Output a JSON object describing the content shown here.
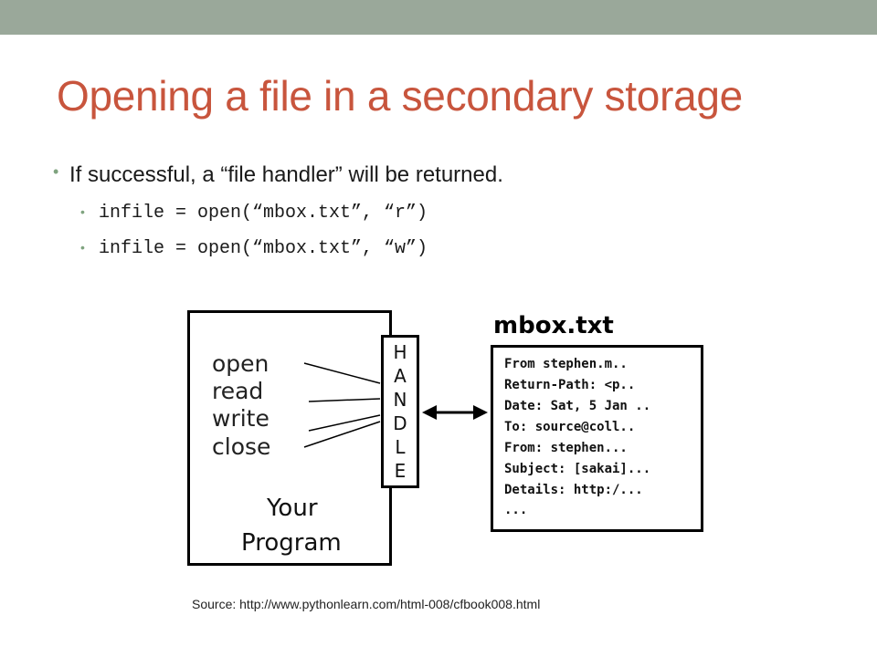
{
  "slide": {
    "title": "Opening a file in a secondary storage",
    "bullet_main": "If successful, a “file handler” will be returned.",
    "code_lines": [
      "infile = open(“mbox.txt”, “r”)",
      "infile = open(“mbox.txt”, “w”)"
    ],
    "source": "Source: http://www.pythonlearn.com/html-008/cfbook008.html"
  },
  "diagram": {
    "operations": [
      "open",
      "read",
      "write",
      "close"
    ],
    "handle_letters": [
      "H",
      "A",
      "N",
      "D",
      "L",
      "E"
    ],
    "program_label_1": "Your",
    "program_label_2": "Program",
    "file_name": "mbox.txt",
    "file_lines": [
      "From stephen.m..",
      "Return-Path: <p..",
      "Date: Sat, 5 Jan ..",
      "To: source@coll..",
      "From: stephen...",
      "Subject: [sakai]...",
      "Details: http:/...",
      "..."
    ]
  },
  "colors": {
    "title": "#c8553d",
    "topbar": "#9aa89a",
    "bullet": "#7fa37f"
  }
}
